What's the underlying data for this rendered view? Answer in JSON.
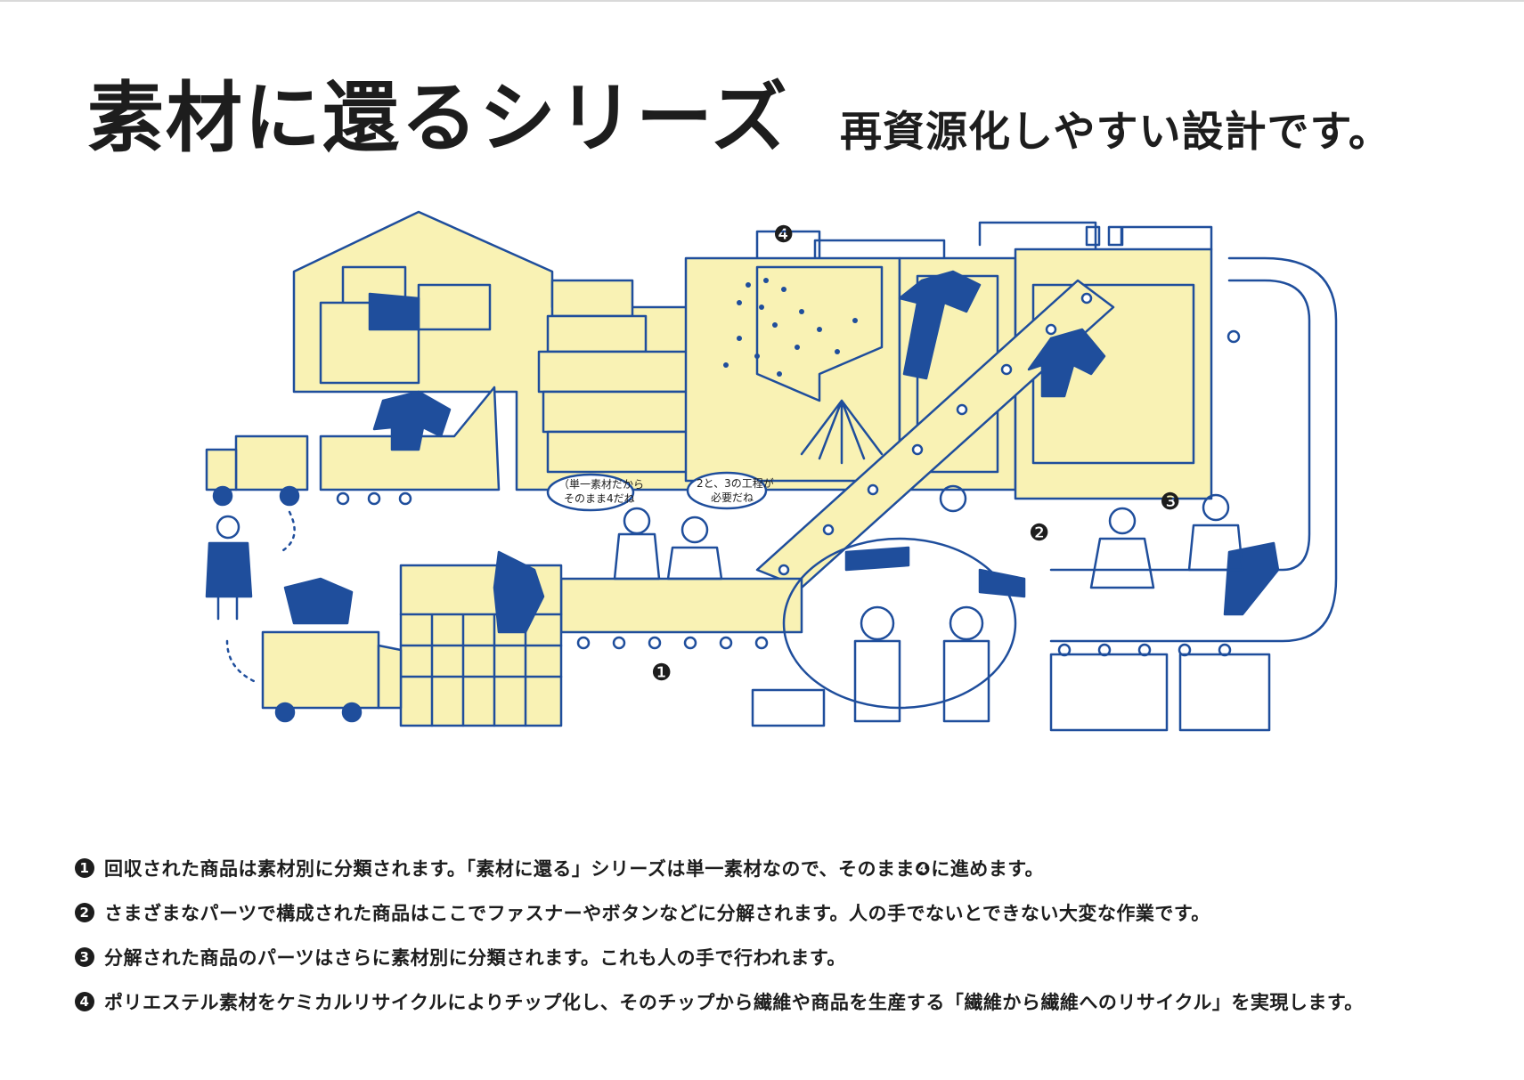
{
  "header": {
    "title": "素材に還るシリーズ",
    "subtitle": "再資源化しやすい設計です。"
  },
  "colors": {
    "blue": "#1f4e9c",
    "cream": "#f9f2b4",
    "ink": "#1d1d1d"
  },
  "illustration": {
    "markers": [
      "❶",
      "❷",
      "❸",
      "❹"
    ],
    "speech_1": [
      "（単一素材だから",
      "そのまま4だね"
    ],
    "speech_2": [
      "2と、3の工程が",
      "必要だね"
    ],
    "icons": [
      "factory-icon",
      "truck-icon",
      "conveyor-icon",
      "worker-icon",
      "jacket-icon",
      "hopper-icon"
    ]
  },
  "notes": [
    {
      "num": "1",
      "text": "回収された商品は素材別に分類されます。「素材に還る」シリーズは単一素材なので、そのまま❹に進めます。"
    },
    {
      "num": "2",
      "text": "さまざまなパーツで構成された商品はここでファスナーやボタンなどに分解されます。人の手でないとできない大変な作業です。"
    },
    {
      "num": "3",
      "text": "分解された商品のパーツはさらに素材別に分類されます。これも人の手で行われます。"
    },
    {
      "num": "4",
      "text": "ポリエステル素材をケミカルリサイクルによりチップ化し、そのチップから繊維や商品を生産する「繊維から繊維へのリサイクル」を実現します。"
    }
  ]
}
